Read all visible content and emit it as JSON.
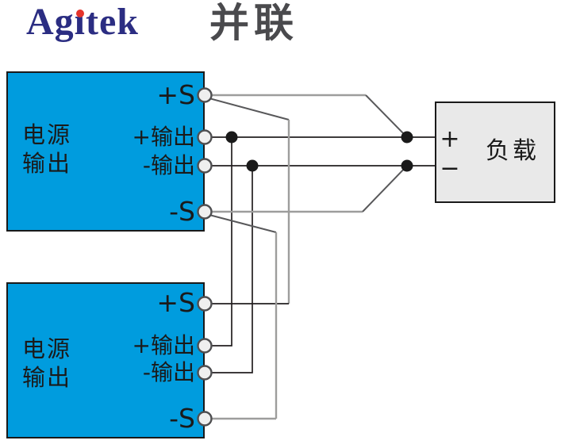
{
  "title": "并联",
  "colors": {
    "box_blue": "#009CDE",
    "box_border": "#1A1A1A",
    "load_fill": "#E9E9E9",
    "load_border": "#1A1A1A",
    "wire_black": "#231F20",
    "wire_gray": "#9D9D9C",
    "wire_dark": "#58585A",
    "terminal_fill": "#EFEFEF",
    "terminal_stroke": "#4F4F51",
    "junction_black": "#1A1A1A",
    "title_color": "#4A4A4D",
    "text_color": "#1A1A1A",
    "logo_navy": "#2B2D82",
    "logo_red": "#E5332A"
  },
  "supply1": {
    "name_lines": [
      "电源",
      "输出"
    ],
    "terminals": [
      "+S",
      "+输出",
      "-输出",
      "-S"
    ]
  },
  "supply2": {
    "name_lines": [
      "电源",
      "输出"
    ],
    "terminals": [
      "+S",
      "+输出",
      "-输出",
      "-S"
    ]
  },
  "load": {
    "label": "负载",
    "plus_sign": "+",
    "minus_sign": "−"
  },
  "logo": {
    "text": "Agitek",
    "part1": "Ag",
    "i_char": "ı",
    "part2": "tek"
  }
}
